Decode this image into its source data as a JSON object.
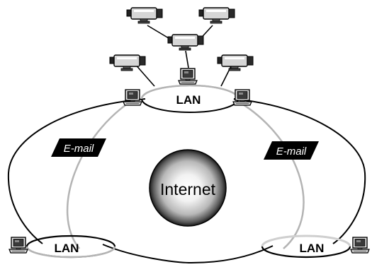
{
  "diagram": {
    "center_label": "Internet",
    "lan_labels": {
      "top": "LAN",
      "bottom_left": "LAN",
      "bottom_right": "LAN"
    },
    "link_labels": {
      "left": "E-mail",
      "right": "E-mail"
    },
    "icons": {
      "camera": "video-camera-icon",
      "computer": "desktop-computer-icon"
    },
    "colors": {
      "ink": "#000000",
      "link_gray": "#b4b4b4",
      "email_label_fill": "#000000",
      "email_label_text": "#ffffff"
    }
  }
}
